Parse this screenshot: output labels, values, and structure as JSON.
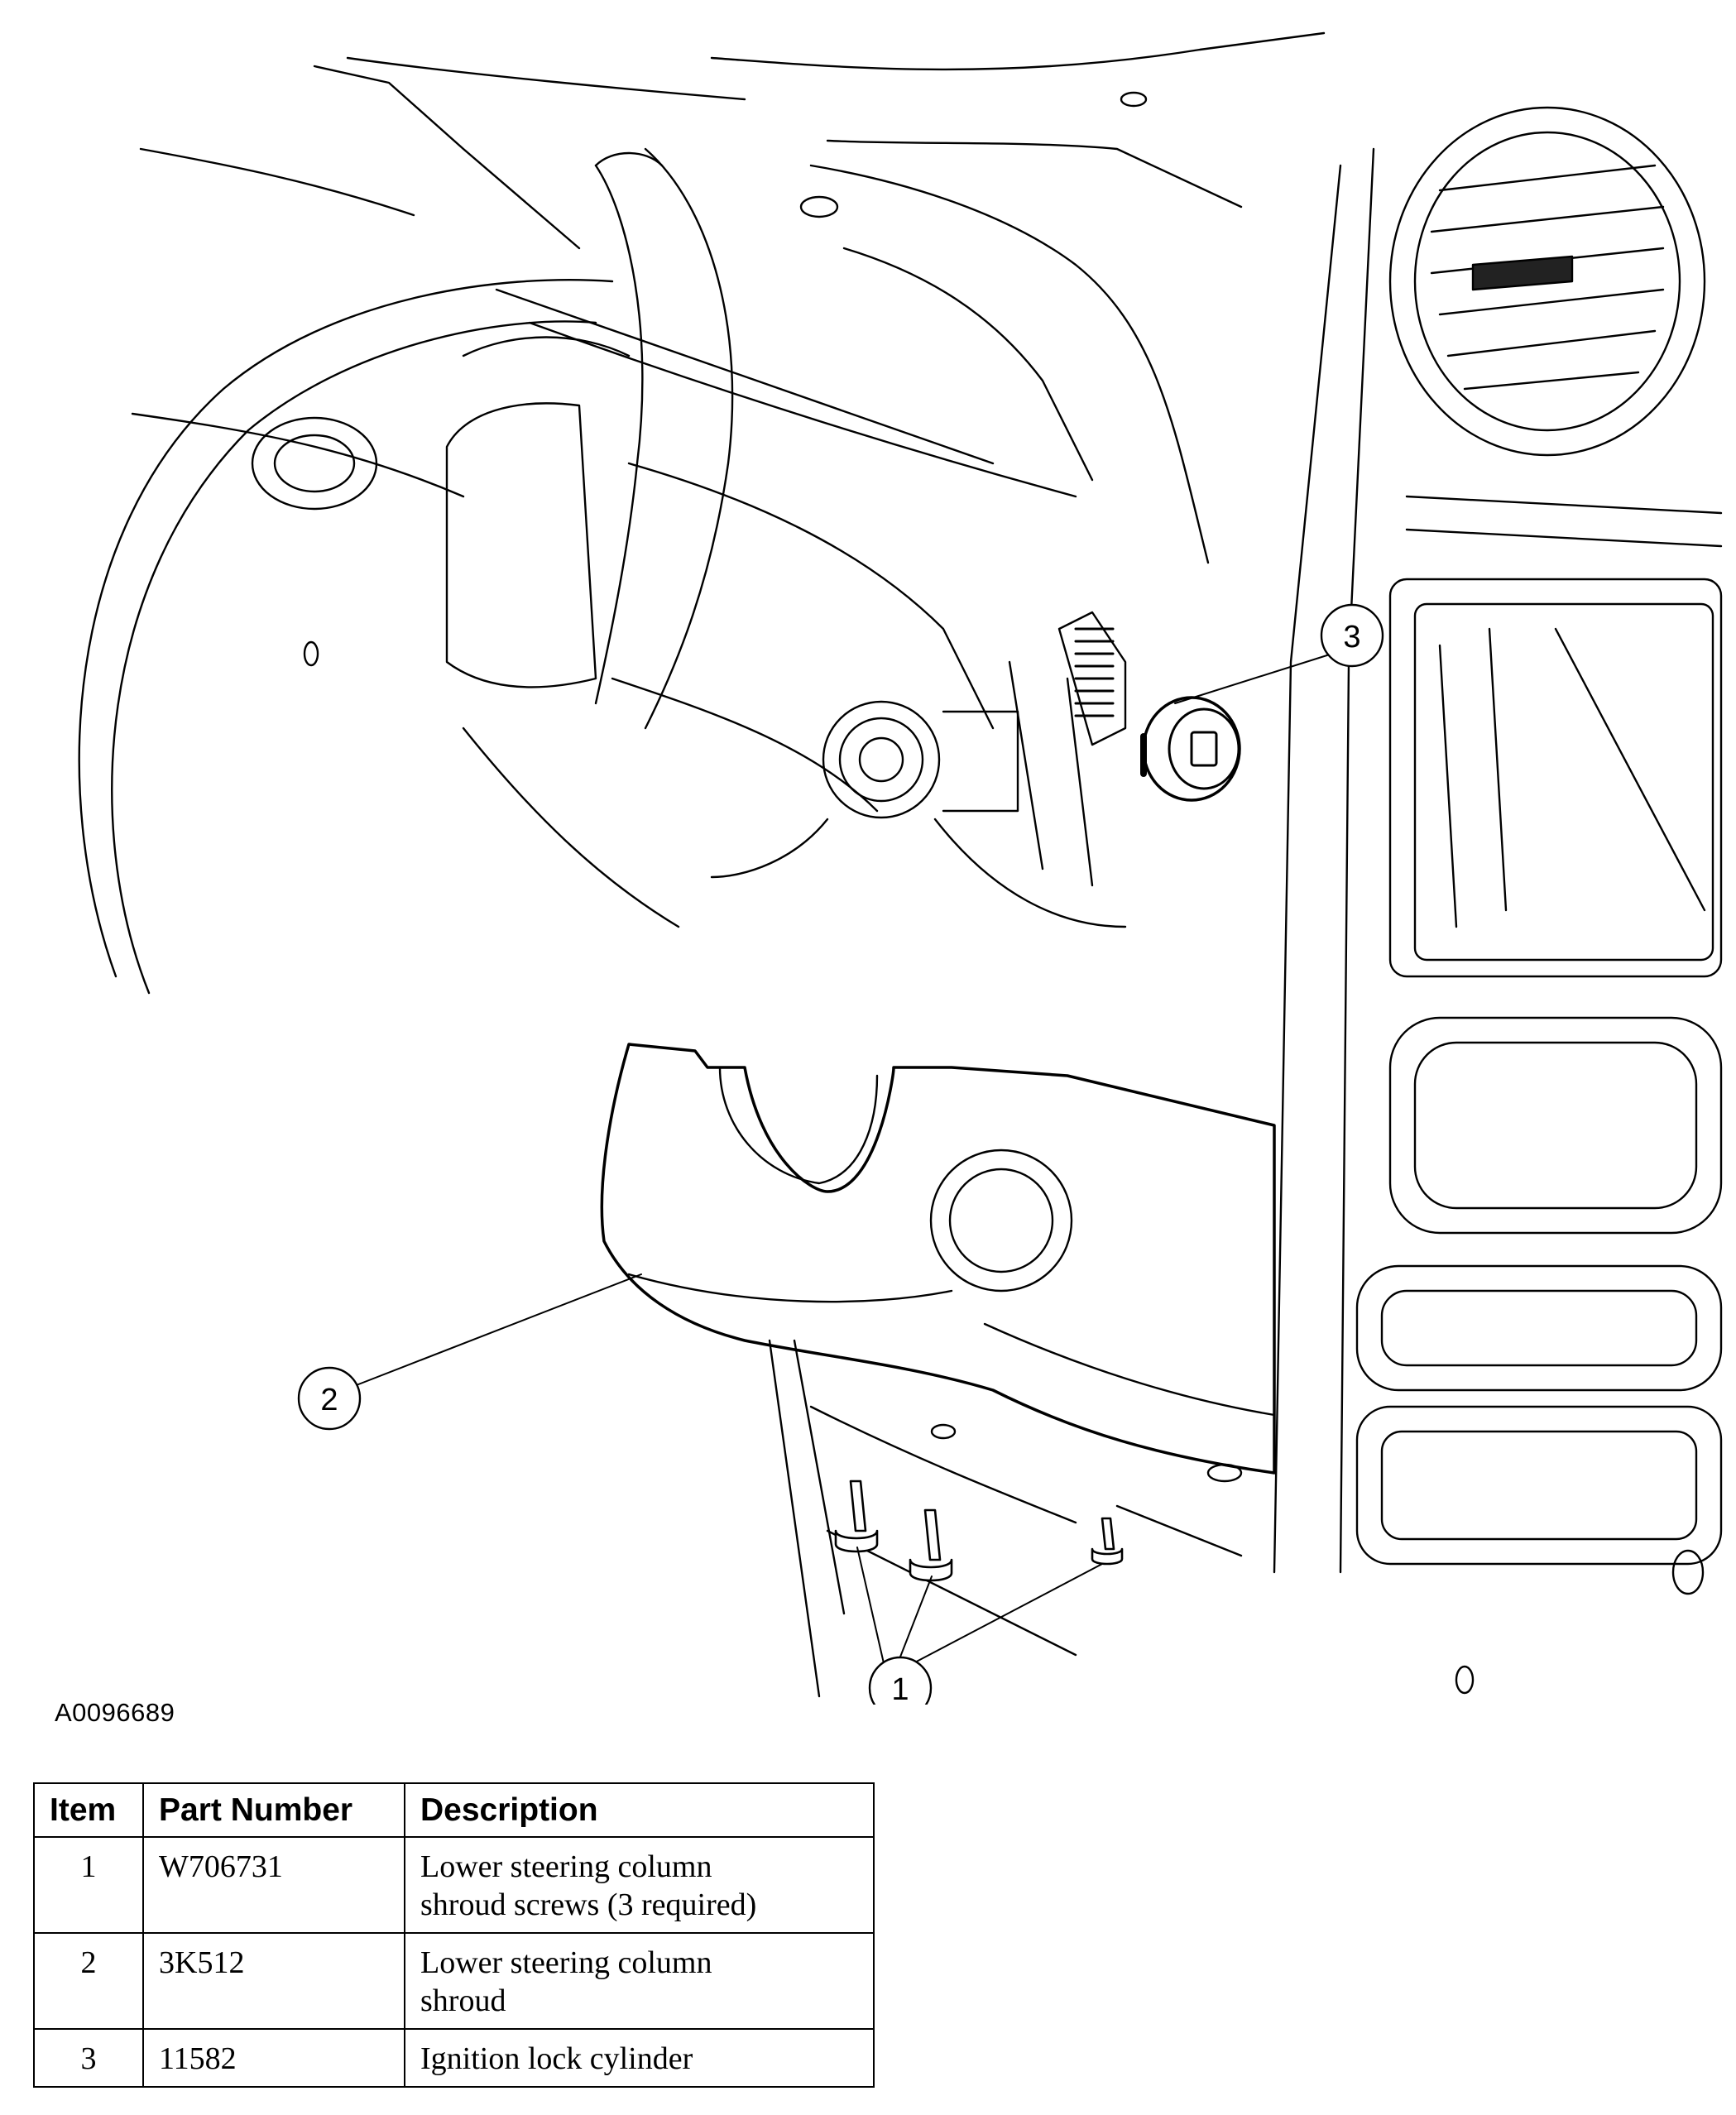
{
  "illustration": {
    "callouts": [
      {
        "label": "1",
        "target": "shroud-screws"
      },
      {
        "label": "2",
        "target": "lower-shroud"
      },
      {
        "label": "3",
        "target": "ignition-lock-cylinder"
      }
    ],
    "figure_id": "A0096689"
  },
  "parts_table": {
    "headers": {
      "item": "Item",
      "part_number": "Part Number",
      "description": "Description"
    },
    "rows": [
      {
        "item": "1",
        "part_number": "W706731",
        "description_lines": [
          "Lower steering column",
          "shroud screws (3 required)"
        ]
      },
      {
        "item": "2",
        "part_number": "3K512",
        "description_lines": [
          "Lower steering column",
          "shroud"
        ]
      },
      {
        "item": "3",
        "part_number": "11582",
        "description_lines": [
          "Ignition lock cylinder"
        ]
      }
    ]
  }
}
